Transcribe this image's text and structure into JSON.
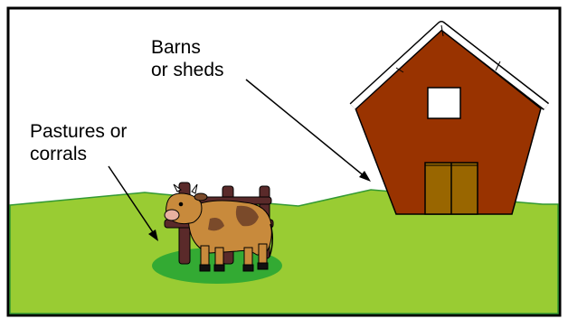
{
  "labels": {
    "barns": [
      "Barns",
      "or sheds"
    ],
    "pastures": [
      "Pastures or",
      "corrals"
    ]
  },
  "colors": {
    "grass": "#99cc33",
    "barn_wall": "#993300",
    "barn_door": "#996600",
    "roof_trim": "#ffffff",
    "pasture_patch": "#33aa33",
    "fence": "#5a2a2a",
    "cow_body": "#c88a3c",
    "cow_spots": "#7a4a2a"
  },
  "icons": [
    "barn-icon",
    "cow-icon",
    "fence-icon"
  ]
}
